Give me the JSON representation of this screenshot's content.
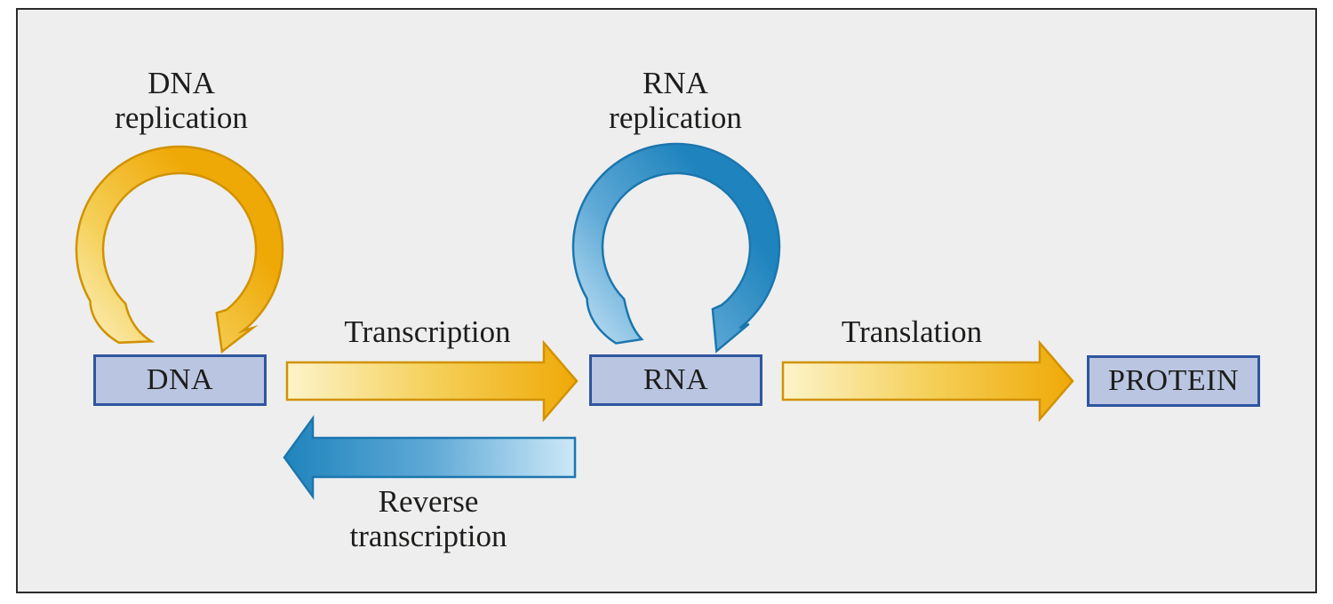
{
  "figure": {
    "description": "Central dogma of molecular biology flow diagram"
  },
  "nodes": {
    "dna": {
      "label": "DNA"
    },
    "rna": {
      "label": "RNA"
    },
    "protein": {
      "label": "PROTEIN"
    }
  },
  "processes": {
    "dna_replication": {
      "line1": "DNA",
      "line2": "replication"
    },
    "rna_replication": {
      "line1": "RNA",
      "line2": "replication"
    },
    "transcription": {
      "label": "Transcription"
    },
    "translation": {
      "label": "Translation"
    },
    "reverse_transcription": {
      "line1": "Reverse",
      "line2": "transcription"
    }
  },
  "colors": {
    "canvas_background": "#eeeeef",
    "frame_border": "#2b2b2b",
    "node_fill": "#b9c5e1",
    "node_border": "#2f55a0",
    "text": "#1d1d1b",
    "gold_light": "#fcf4ca",
    "gold_mid": "#f5d05a",
    "gold_dark": "#efa907",
    "gold_border": "#d19200",
    "blue_light": "#cde8f8",
    "blue_mid": "#5fa9d6",
    "blue_dark": "#1f84bd",
    "blue_border": "#1b76ae"
  }
}
